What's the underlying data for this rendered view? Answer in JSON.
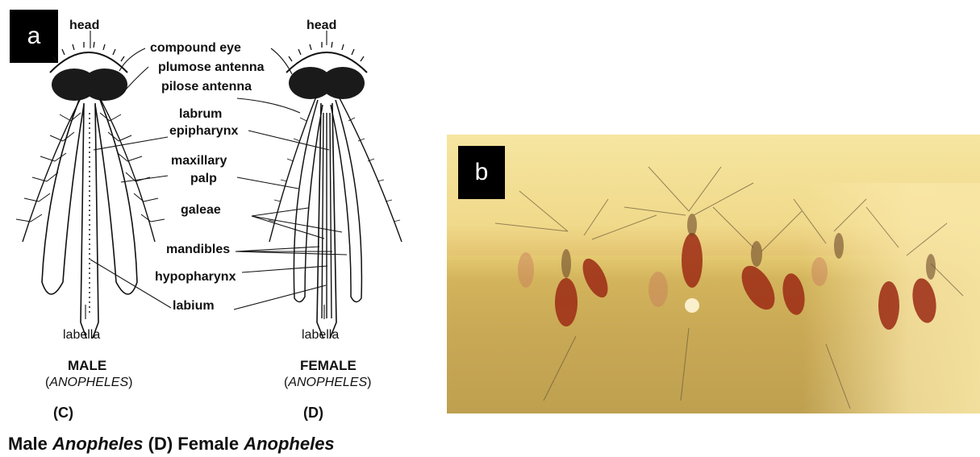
{
  "panel_a": {
    "badge": "a",
    "labels": {
      "head_left": "head",
      "head_right": "head",
      "compound_eye": "compound eye",
      "plumose_antenna": "plumose antenna",
      "pilose_antenna": "pilose antenna",
      "labrum": "labrum",
      "epipharynx": "epipharynx",
      "maxillary": "maxillary",
      "palp": "palp",
      "galeae": "galeae",
      "mandibles": "mandibles",
      "hypopharynx": "hypopharynx",
      "labium": "labium",
      "labella_left": "labella",
      "labella_right": "labella"
    },
    "male": {
      "sex": "MALE",
      "genus_open": "(",
      "genus": "ANOPHELES",
      "genus_close": ")",
      "panel_id": "(C)"
    },
    "female": {
      "sex": "FEMALE",
      "genus_open": "(",
      "genus": "ANOPHELES",
      "genus_close": ")",
      "panel_id": "(D)"
    },
    "caption": {
      "part1": "Male ",
      "part2": "Anopheles",
      "part3": " (D) Female ",
      "part4": "Anopheles"
    }
  },
  "panel_b": {
    "badge": "b"
  }
}
